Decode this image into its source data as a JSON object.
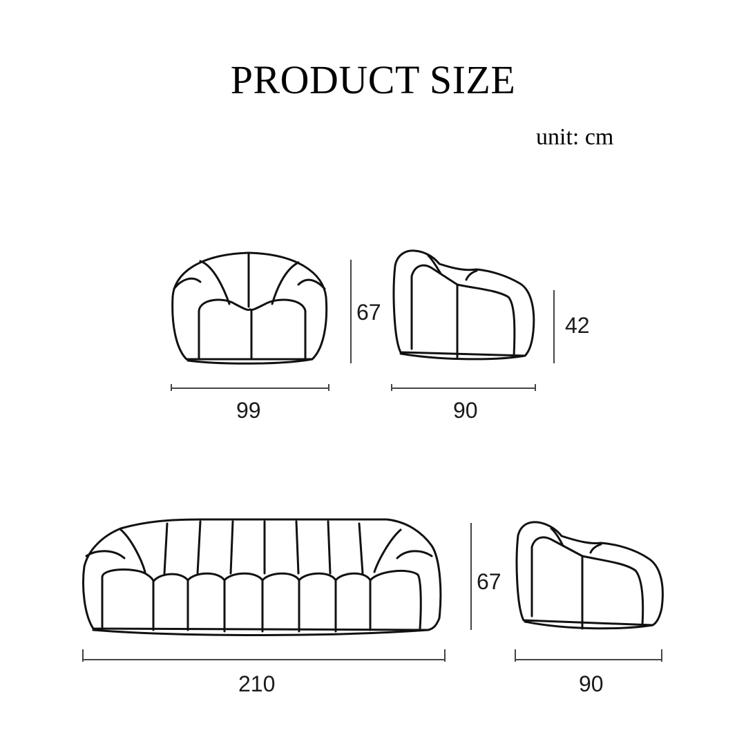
{
  "header": {
    "title": "PRODUCT SIZE",
    "unit": "unit: cm"
  },
  "chair_front": {
    "width": "99",
    "height": "67"
  },
  "chair_side": {
    "depth": "90",
    "seat_height": "42"
  },
  "sofa_front": {
    "width": "210",
    "height": "67"
  },
  "sofa_side": {
    "depth": "90"
  },
  "colors": {
    "line": "#111111",
    "dim_line": "#444444",
    "background": "#ffffff"
  }
}
